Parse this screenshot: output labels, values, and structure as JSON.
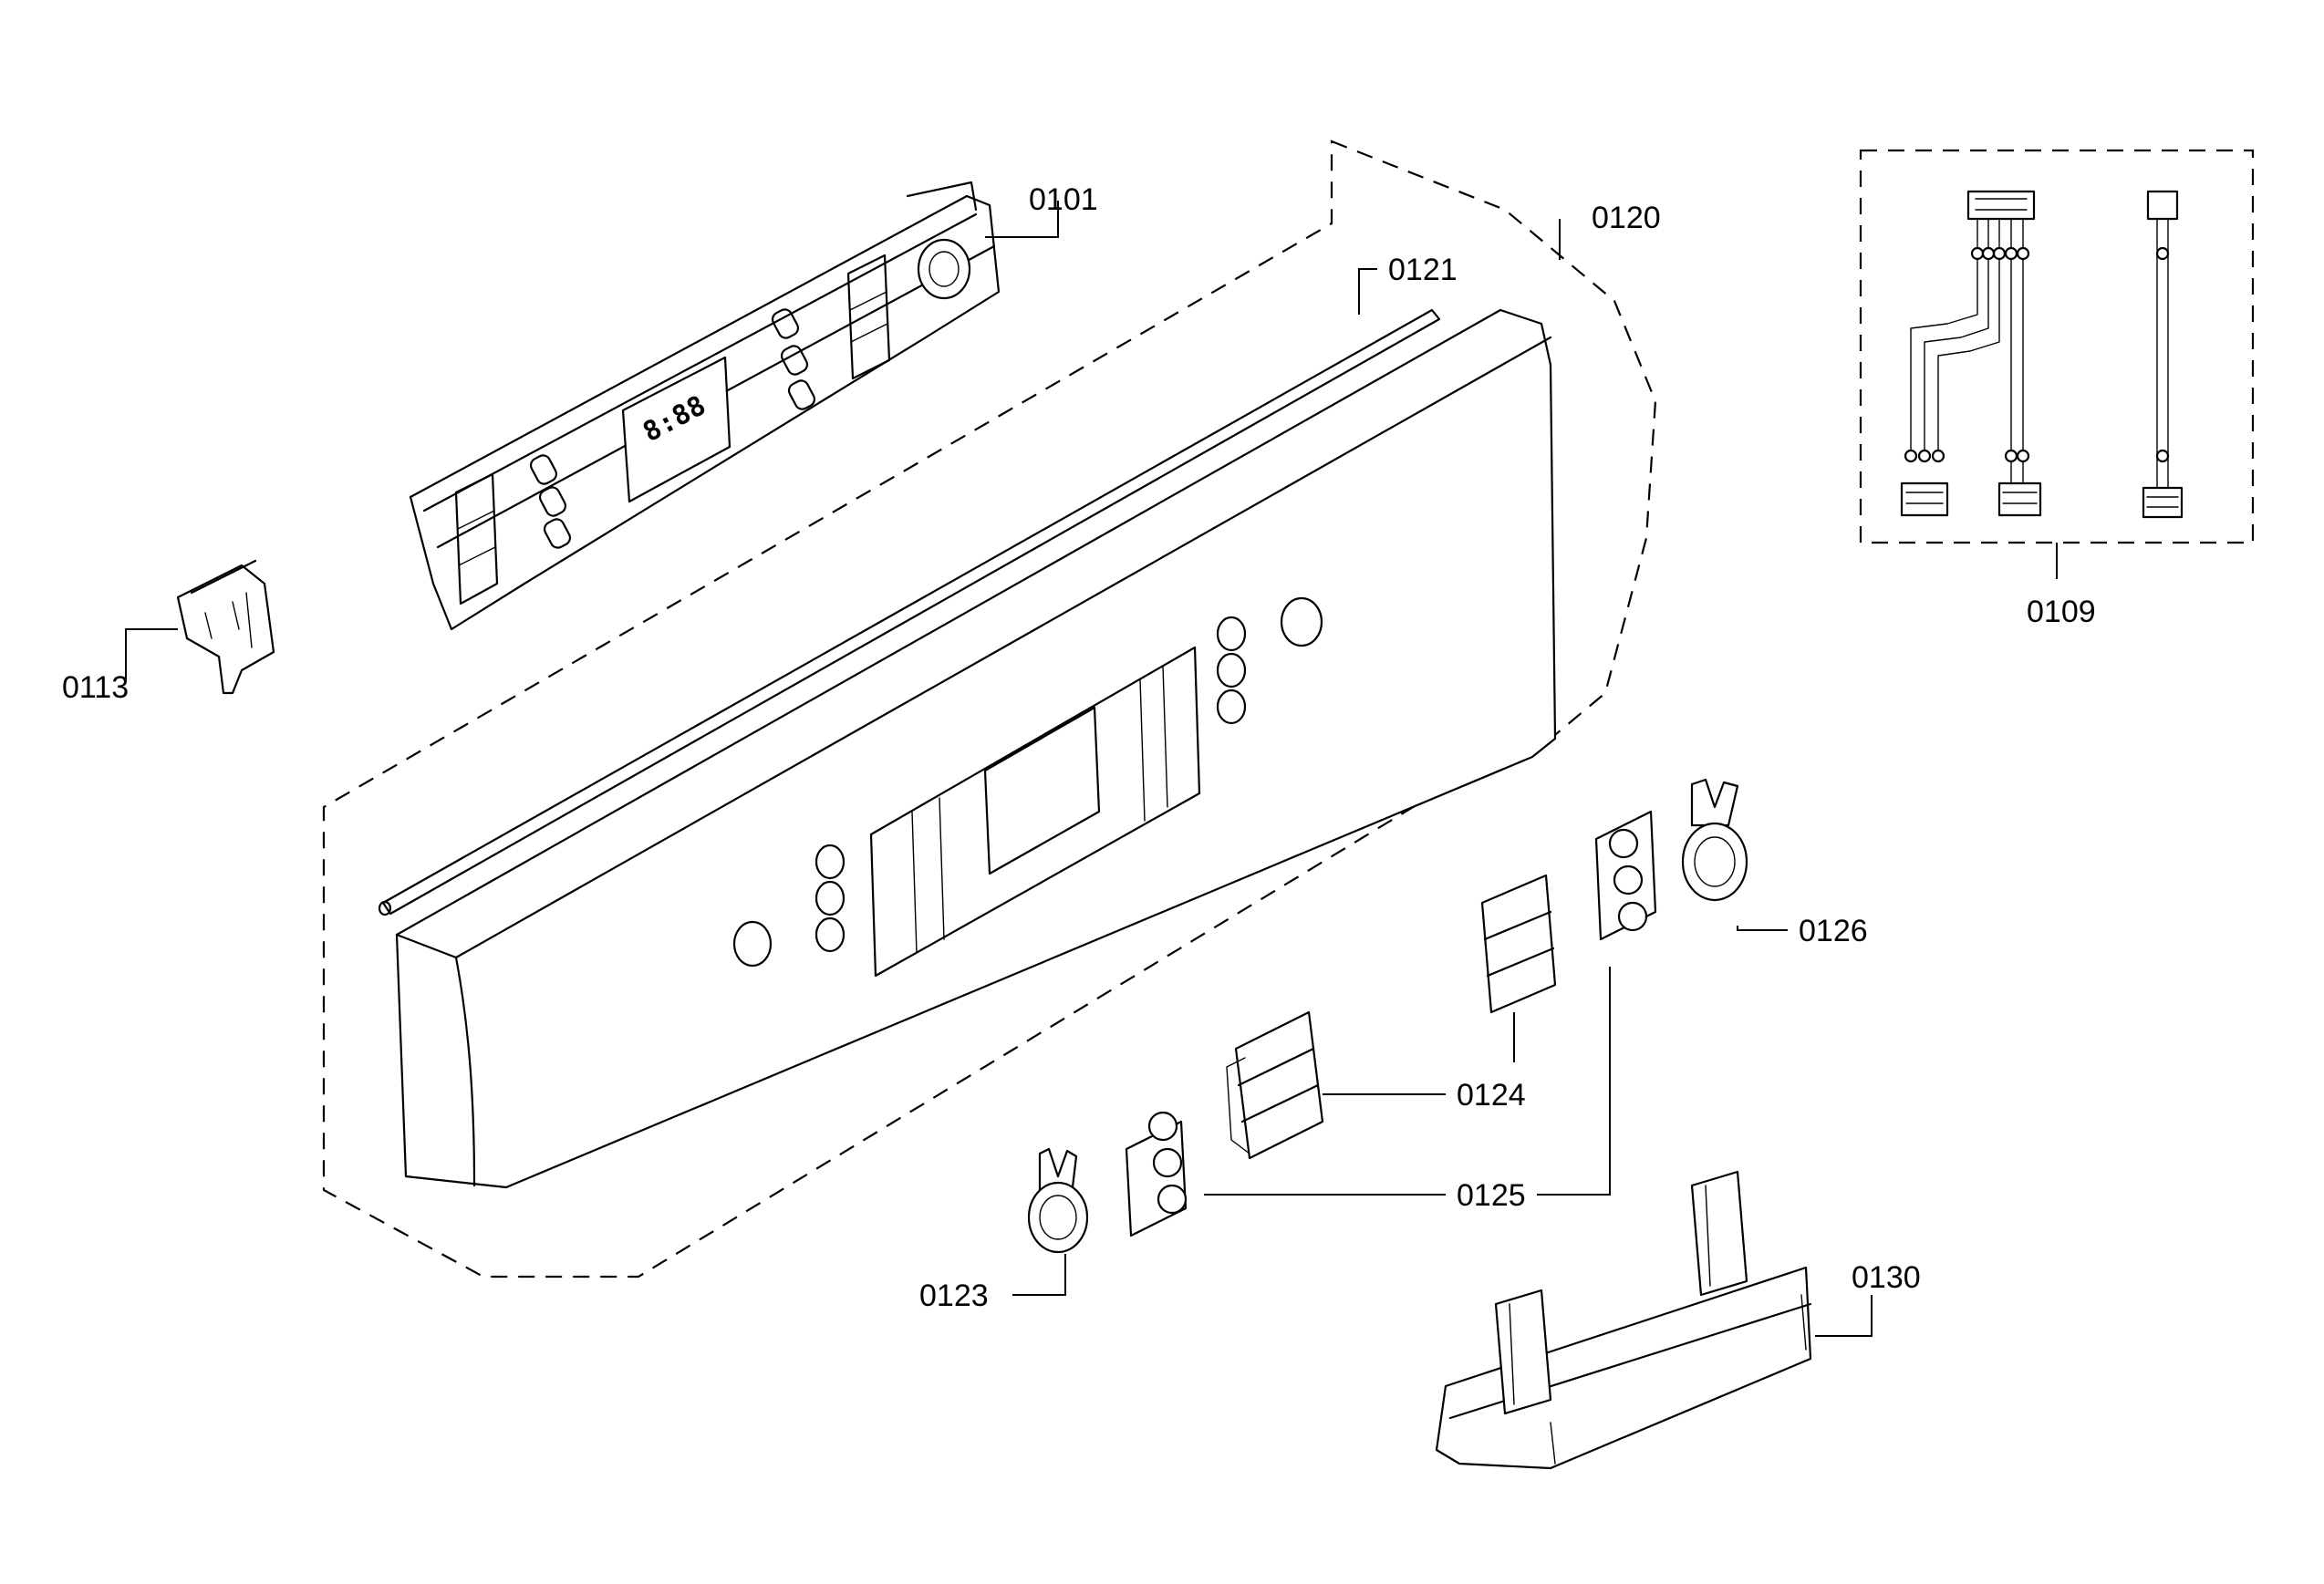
{
  "labels": {
    "p0101": "0101",
    "p0109": "0109",
    "p0113": "0113",
    "p0120": "0120",
    "p0121": "0121",
    "p0123": "0123",
    "p0124": "0124",
    "p0125": "0125",
    "p0126": "0126",
    "p0130": "0130"
  },
  "display_readout": "8:88"
}
